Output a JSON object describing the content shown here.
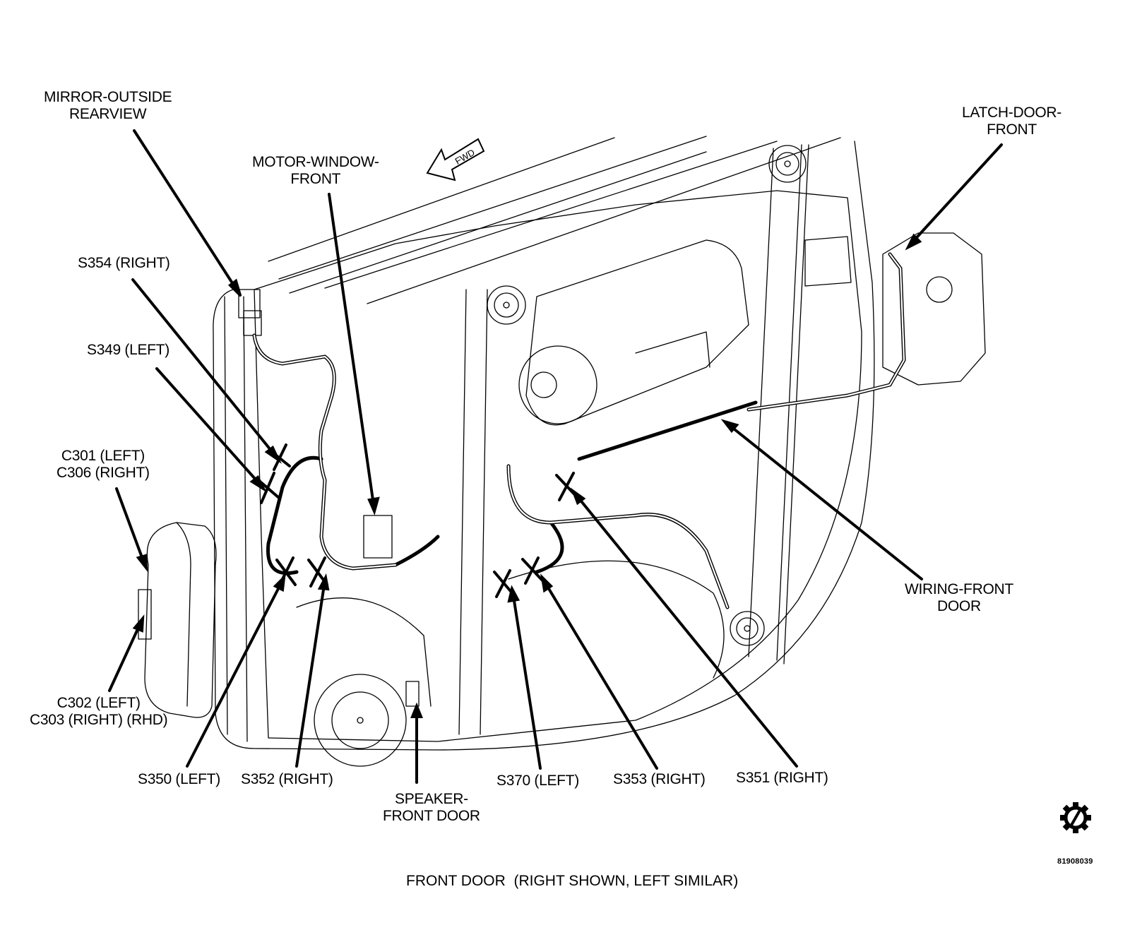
{
  "diagram": {
    "title": "FRONT DOOR  (RIGHT SHOWN, LEFT SIMILAR)",
    "figure_number": "81908039",
    "direction_indicator": "FWD",
    "view": "Right front door inner panel, wiring harness routing",
    "callouts": [
      {
        "id": "mirror",
        "lines": [
          "MIRROR-OUTSIDE",
          "REARVIEW"
        ]
      },
      {
        "id": "motor",
        "lines": [
          "MOTOR-WINDOW-",
          "FRONT"
        ]
      },
      {
        "id": "latch",
        "lines": [
          "LATCH-DOOR-",
          "FRONT"
        ]
      },
      {
        "id": "s354",
        "lines": [
          "S354 (RIGHT)"
        ]
      },
      {
        "id": "s349",
        "lines": [
          "S349 (LEFT)"
        ]
      },
      {
        "id": "c301",
        "lines": [
          "C301 (LEFT)",
          "C306 (RIGHT)"
        ]
      },
      {
        "id": "c302",
        "lines": [
          "C302 (LEFT)",
          "C303 (RIGHT) (RHD)"
        ]
      },
      {
        "id": "wiring",
        "lines": [
          "WIRING-FRONT",
          "DOOR"
        ]
      },
      {
        "id": "s350",
        "lines": [
          "S350 (LEFT)"
        ]
      },
      {
        "id": "s352",
        "lines": [
          "S352 (RIGHT)"
        ]
      },
      {
        "id": "speaker",
        "lines": [
          "SPEAKER-",
          "FRONT DOOR"
        ]
      },
      {
        "id": "s370",
        "lines": [
          "S370 (LEFT)"
        ]
      },
      {
        "id": "s353",
        "lines": [
          "S353 (RIGHT)"
        ]
      },
      {
        "id": "s351",
        "lines": [
          "S351 (RIGHT)"
        ]
      }
    ],
    "splice_markers": [
      "S354",
      "S349",
      "S350",
      "S352",
      "S370",
      "S353",
      "S351"
    ],
    "icons": {
      "service_symbol": "gear-slash-icon",
      "forward_arrow": "fwd-arrow-icon"
    }
  }
}
